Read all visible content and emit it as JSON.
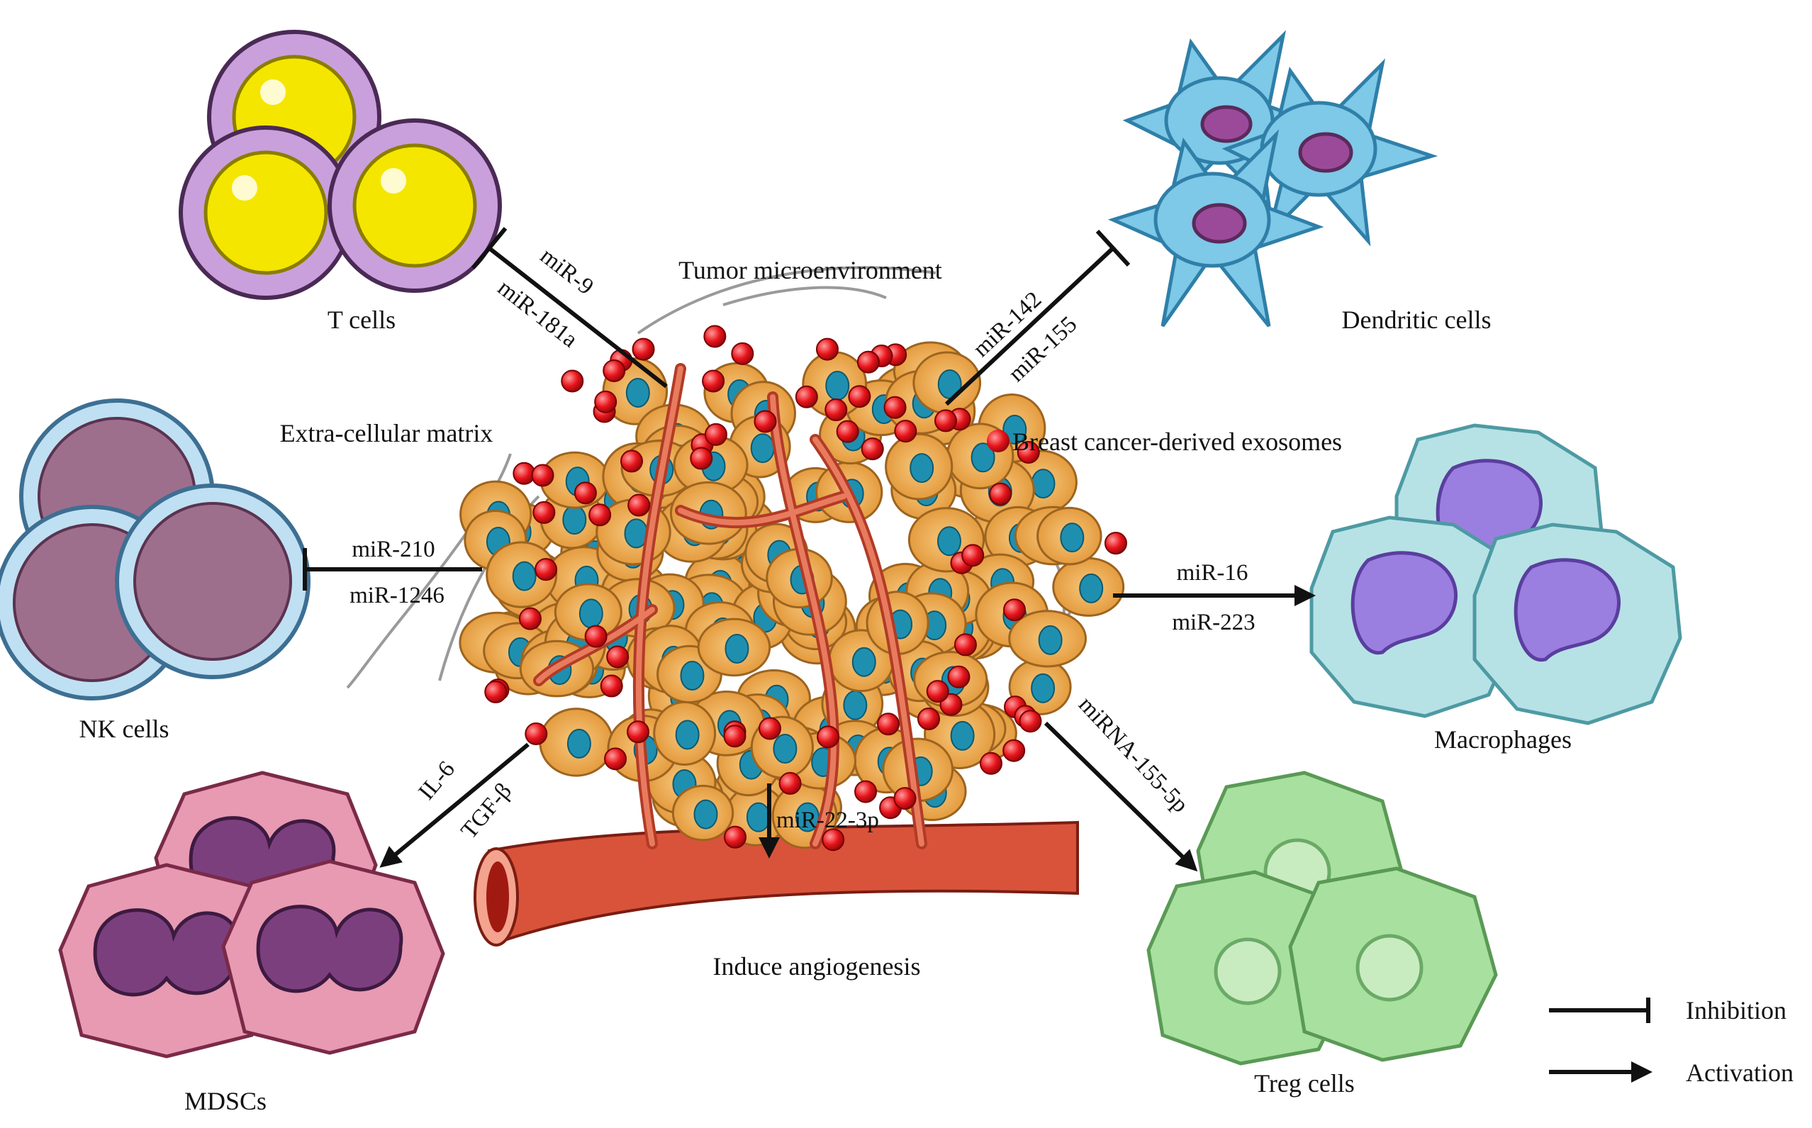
{
  "labels": {
    "t_cells": "T cells",
    "dendritic_cells": "Dendritic cells",
    "nk_cells": "NK cells",
    "macrophages": "Macrophages",
    "mdscs": "MDSCs",
    "treg_cells": "Treg cells",
    "tumor_microenvironment": "Tumor microenvironment",
    "extracellular_matrix": "Extra-cellular matrix",
    "exosomes": "Breast cancer-derived exosomes",
    "induce_angiogenesis": "Induce angiogenesis"
  },
  "edges": {
    "t_cells": [
      "miR-9",
      "miR-181a"
    ],
    "dendritic": [
      "miR-142",
      "miR-155"
    ],
    "nk": [
      "miR-210",
      "miR-1246"
    ],
    "macrophages": [
      "miR-16",
      "miR-223"
    ],
    "mdscs": [
      "IL-6",
      "TGF-β"
    ],
    "treg": [
      "miRNA-155-5p"
    ],
    "angiogenesis": [
      "miR-22-3p"
    ]
  },
  "legend": {
    "inhibition": "Inhibition",
    "activation": "Activation"
  },
  "colors": {
    "t_cell_membrane": "#c9a0dc",
    "t_cell_nucleus": "#f5e600",
    "dendritic": "#7ec8e8",
    "nk_cell": "#9e6f8c",
    "macrophage": "#b6e2e6",
    "mdsc": "#c0507a",
    "treg": "#a8e0a0",
    "tumor_cell": "#f2b968",
    "tumor_nucleus": "#1f8fb0",
    "exosome": "#e8141b",
    "vessel": "#d9533a"
  }
}
